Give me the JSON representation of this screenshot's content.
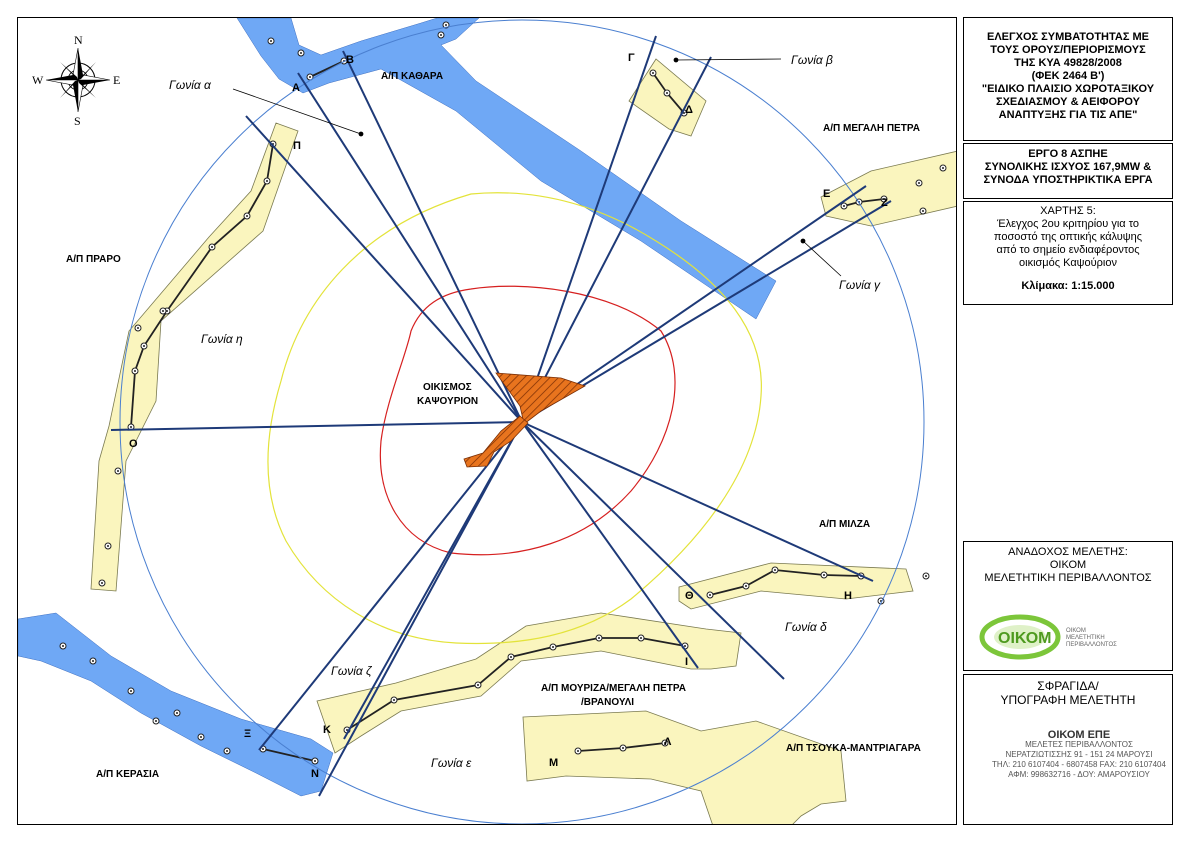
{
  "compass": {
    "n": "N",
    "s": "S",
    "e": "E",
    "w": "W"
  },
  "areas": {
    "kathara": "Α/Π ΚΑΘΑΡΑ",
    "megali_petra": "Α/Π ΜΕΓΑΛΗ ΠΕΤΡΑ",
    "praro": "Α/Π ΠΡΑΡΟ",
    "milza": "Α/Π ΜΙΛΖΑ",
    "kerasia": "Α/Π ΚΕΡΑΣΙΑ",
    "tsouka": "Α/Π ΤΣΟΥΚΑ-ΜΑΝΤΡΙΑΓΑΡΑ",
    "mouriza_1": "Α/Π ΜΟΥΡΙΖΑ/ΜΕΓΑΛΗ ΠΕΤΡΑ",
    "mouriza_2": "/ΒΡΑΝΟΥΛΙ"
  },
  "settlement": {
    "line1": "ΟΙΚΙΣΜΟΣ",
    "line2": "ΚΑΨΟΥΡΙΟΝ"
  },
  "angles": {
    "a": "Γωνία α",
    "b": "Γωνία β",
    "c": "Γωνία γ",
    "d": "Γωνία δ",
    "e": "Γωνία ε",
    "z": "Γωνία ζ",
    "h": "Γωνία η"
  },
  "points": {
    "A": "Α",
    "B": "Β",
    "G": "Γ",
    "D": "Δ",
    "E": "Ε",
    "Z": "Ζ",
    "H": "Η",
    "TH": "Θ",
    "I": "Ι",
    "K": "Κ",
    "L": "Λ",
    "M": "Μ",
    "N": "Ν",
    "X": "Ξ",
    "O": "Ο",
    "P": "Π"
  },
  "sidebar": {
    "title_lines": [
      "ΕΛΕΓΧΟΣ ΣΥΜΒΑΤΟΤΗΤΑΣ ΜΕ",
      "ΤΟΥΣ ΟΡΟΥΣ/ΠΕΡΙΟΡΙΣΜΟΥΣ",
      "ΤΗΣ ΚΥΑ 49828/2008",
      "(ΦΕΚ 2464 Β')",
      "\"ΕΙΔΙΚΟ ΠΛΑΙΣΙΟ ΧΩΡΟΤΑΞΙΚΟΥ",
      "ΣΧΕΔΙΑΣΜΟΥ & ΑΕΙΦΟΡΟΥ",
      "ΑΝΑΠΤΥΞΗΣ ΓΙΑ ΤΙΣ ΑΠΕ\""
    ],
    "project_lines": [
      "ΕΡΓΟ 8 ΑΣΠΗΕ",
      "ΣΥΝΟΛΙΚΗΣ ΙΣΧΥΟΣ 167,9MW &",
      "ΣΥΝΟΔΑ ΥΠΟΣΤΗΡΙΚΤΙΚΑ ΕΡΓΑ"
    ],
    "map_lines": [
      "ΧΑΡΤΗΣ 5:",
      "Έλεγχος 2ου κριτηρίου για το",
      "ποσοστό της οπτικής κάλυψης",
      "από το σημείο ενδιαφέροντος",
      "οικισμός Καψούριον"
    ],
    "scale": "Κλίμακα: 1:15.000",
    "contractor_lines": [
      "ΑΝΑΔΟΧΟΣ ΜΕΛΕΤΗΣ:",
      "ΟΙΚΟΜ",
      "ΜΕΛΕΤΗΤΙΚΗ ΠΕΡΙΒΑΛΛΟΝΤΟΣ"
    ],
    "logo_text": "ΟΙΚΟΜ",
    "logo_small_lines": [
      "ΟΙΚΟΜ",
      "ΜΕΛΕΤΗΤΙΚΗ",
      "ΠΕΡΙΒΑΛΛΟΝΤΟΣ"
    ],
    "seal_lines": [
      "ΣΦΡΑΓΙΔΑ/",
      "ΥΠΟΓΡΑΦΗ ΜΕΛΕΤΗΤΗ"
    ],
    "stamp_lines": [
      "ΟΙΚΟΜ ΕΠΕ",
      "ΜΕΛΕΤΕΣ ΠΕΡΙΒΑΛΛΟΝΤΟΣ",
      "ΝΕΡΑΤΖΙΩΤΙΣΣΗΣ 91 - 151 24 ΜΑΡΟΥΣΙ",
      "ΤΗΛ: 210 6107404 - 6807458 FAX: 210 6107404",
      "ΑΦΜ: 998632716 - ΔΟΥ: ΑΜΑΡΟΥΣΙΟΥ"
    ]
  },
  "colors": {
    "water": "#6fa8f5",
    "zone": "#faf5be",
    "sight_line": "#1e3a78",
    "settlement": "#e8741e",
    "yellow_ring": "#e3e33a",
    "red_ring": "#d62020",
    "blue_ring": "#4a7fd0",
    "logo_green": "#7cc63a"
  }
}
